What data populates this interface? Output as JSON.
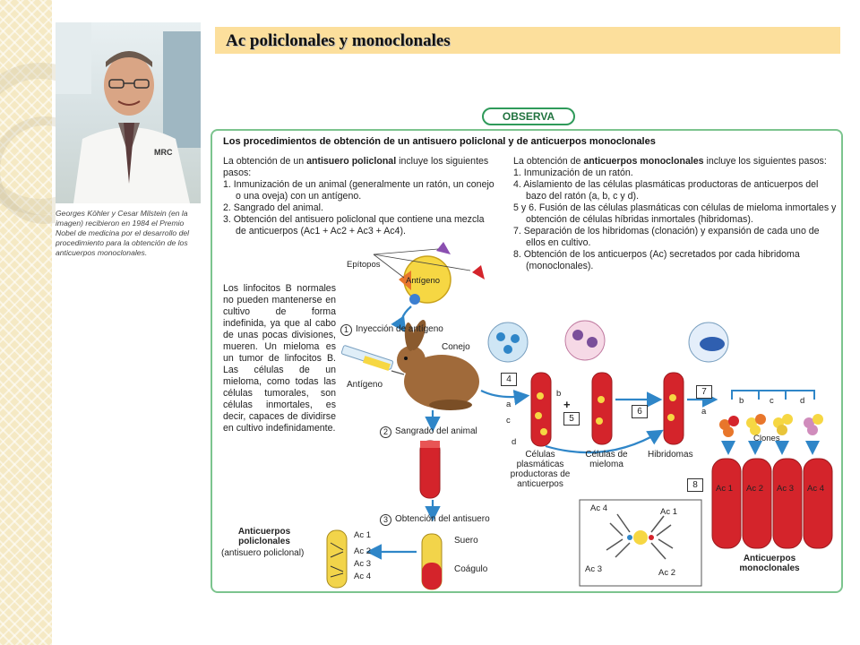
{
  "slide_title": "Ac policlonales y monoclonales",
  "photo": {
    "badge": "MRC",
    "caption": "Georges Köhler y Cesar Milstein (en la imagen) recibieron en 1984 el Premio Nobel de medicina por el desarrollo del procedimiento para la obtención de los anticuerpos monoclonales."
  },
  "figure": {
    "badge": "OBSERVA",
    "heading": "Los procedimientos de obtención de un antisuero policlonal y de anticuerpos monoclonales",
    "poly": {
      "intro_pre": "La obtención de un ",
      "intro_bold": "antisuero policlonal",
      "intro_post": " incluye los siguientes pasos:",
      "steps": [
        "1. Inmunización de un animal (generalmente un ratón, un conejo o una oveja) con un antígeno.",
        "2. Sangrado del animal.",
        "3. Obtención del antisuero policlonal que contiene una mezcla de anticuerpos (Ac1 + Ac2 + Ac3 + Ac4)."
      ]
    },
    "mono": {
      "intro_pre": "La obtención de ",
      "intro_bold": "anticuerpos monoclonales",
      "intro_post": " incluye los siguientes pasos:",
      "steps": [
        "1. Inmunización de un ratón.",
        "4. Aislamiento de las células plasmáticas productoras de anticuerpos del bazo del ratón (a, b, c y d).",
        "5 y 6. Fusión de las células plasmáticas con células de mieloma inmortales y obtención de células híbridas inmortales (hibridomas).",
        "7. Separación de los hibridomas (clonación) y expansión de cada uno de ellos en cultivo.",
        "8. Obtención de los anticuerpos (Ac) secretados por cada hibridoma (monoclonales)."
      ]
    },
    "lymph_note": "Los linfocitos B normales no pueden mantenerse en cultivo de forma indefinida, ya que al cabo de unas pocas divisiones, mueren. Un mieloma es un tumor de linfocitos B. Las células de un mieloma, como todas las células tumorales, son células inmortales, es decir, capaces de dividirse en cultivo indefinidamente.",
    "labels": {
      "epitopos": "Epítopos",
      "antigeno": "Antígeno",
      "inyeccion": "Inyección de antígeno",
      "conejo": "Conejo",
      "antigeno_syringe": "Antígeno",
      "sangrado": "Sangrado del animal",
      "obtencion_antisuero": "Obtención del antisuero",
      "suero": "Suero",
      "coagulo": "Coágulo",
      "anticuerpos_policlonales": "Anticuerpos policlonales",
      "antisuero_policlonal": "(antisuero policlonal)",
      "celulas_plasmaticas": "Células plasmáticas productoras de anticuerpos",
      "celulas_mieloma": "Células de mieloma",
      "hibridomas": "Hibridomas",
      "clones": "Clones",
      "anticuerpos_monoclonales": "Anticuerpos monoclonales",
      "plus": "+",
      "letters": [
        "a",
        "b",
        "c",
        "d"
      ],
      "ac_labels": [
        "Ac 1",
        "Ac 2",
        "Ac 3",
        "Ac 4"
      ],
      "step_numbers": [
        "1",
        "2",
        "3",
        "4",
        "5",
        "6",
        "7",
        "8"
      ]
    }
  },
  "colors": {
    "title_bg": "#fcdf9c",
    "frame_green": "#7cc48e",
    "blood_red": "#d4242b",
    "serum_yellow": "#f2d44a",
    "arrow_blue": "#2f86c8"
  }
}
